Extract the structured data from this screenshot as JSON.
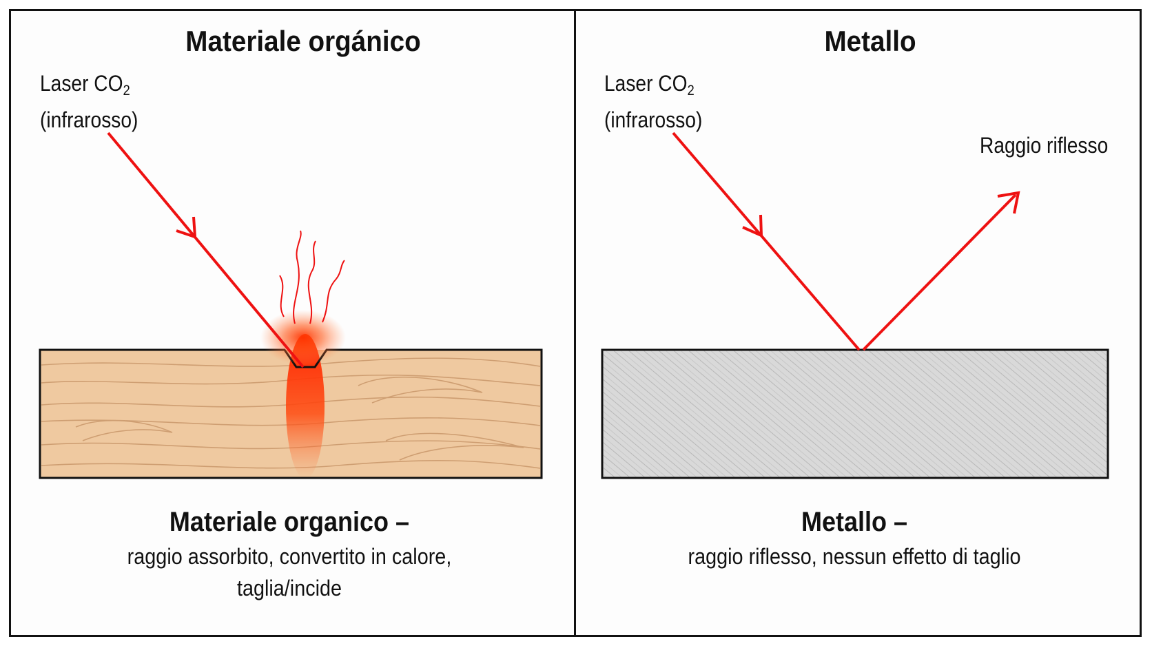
{
  "panels": {
    "organic": {
      "title": "Materiale orgánico",
      "laser_label_main": "Laser CO",
      "laser_label_sub": "2",
      "laser_label_line2": "(infrarosso)",
      "caption_head": "Materiale organico –",
      "caption_line1": "raggio assorbito, convertito in calore,",
      "caption_line2": "taglia/incide"
    },
    "metal": {
      "title": "Metallo",
      "laser_label_main": "Laser CO",
      "laser_label_sub": "2",
      "laser_label_line2": "(infrarosso)",
      "reflected_label": "Raggio riflesso",
      "caption_head": "Metallo –",
      "caption_line1": "raggio riflesso, nessun effetto di taglio"
    }
  },
  "colors": {
    "laser": "#ee1111",
    "wood": "#efc9a0",
    "wood_grain": "#c9976a",
    "metal": "#d9d9d9",
    "metal_hatch": "#b3b3b3",
    "heat": "#ff3300",
    "outline": "#111111"
  }
}
